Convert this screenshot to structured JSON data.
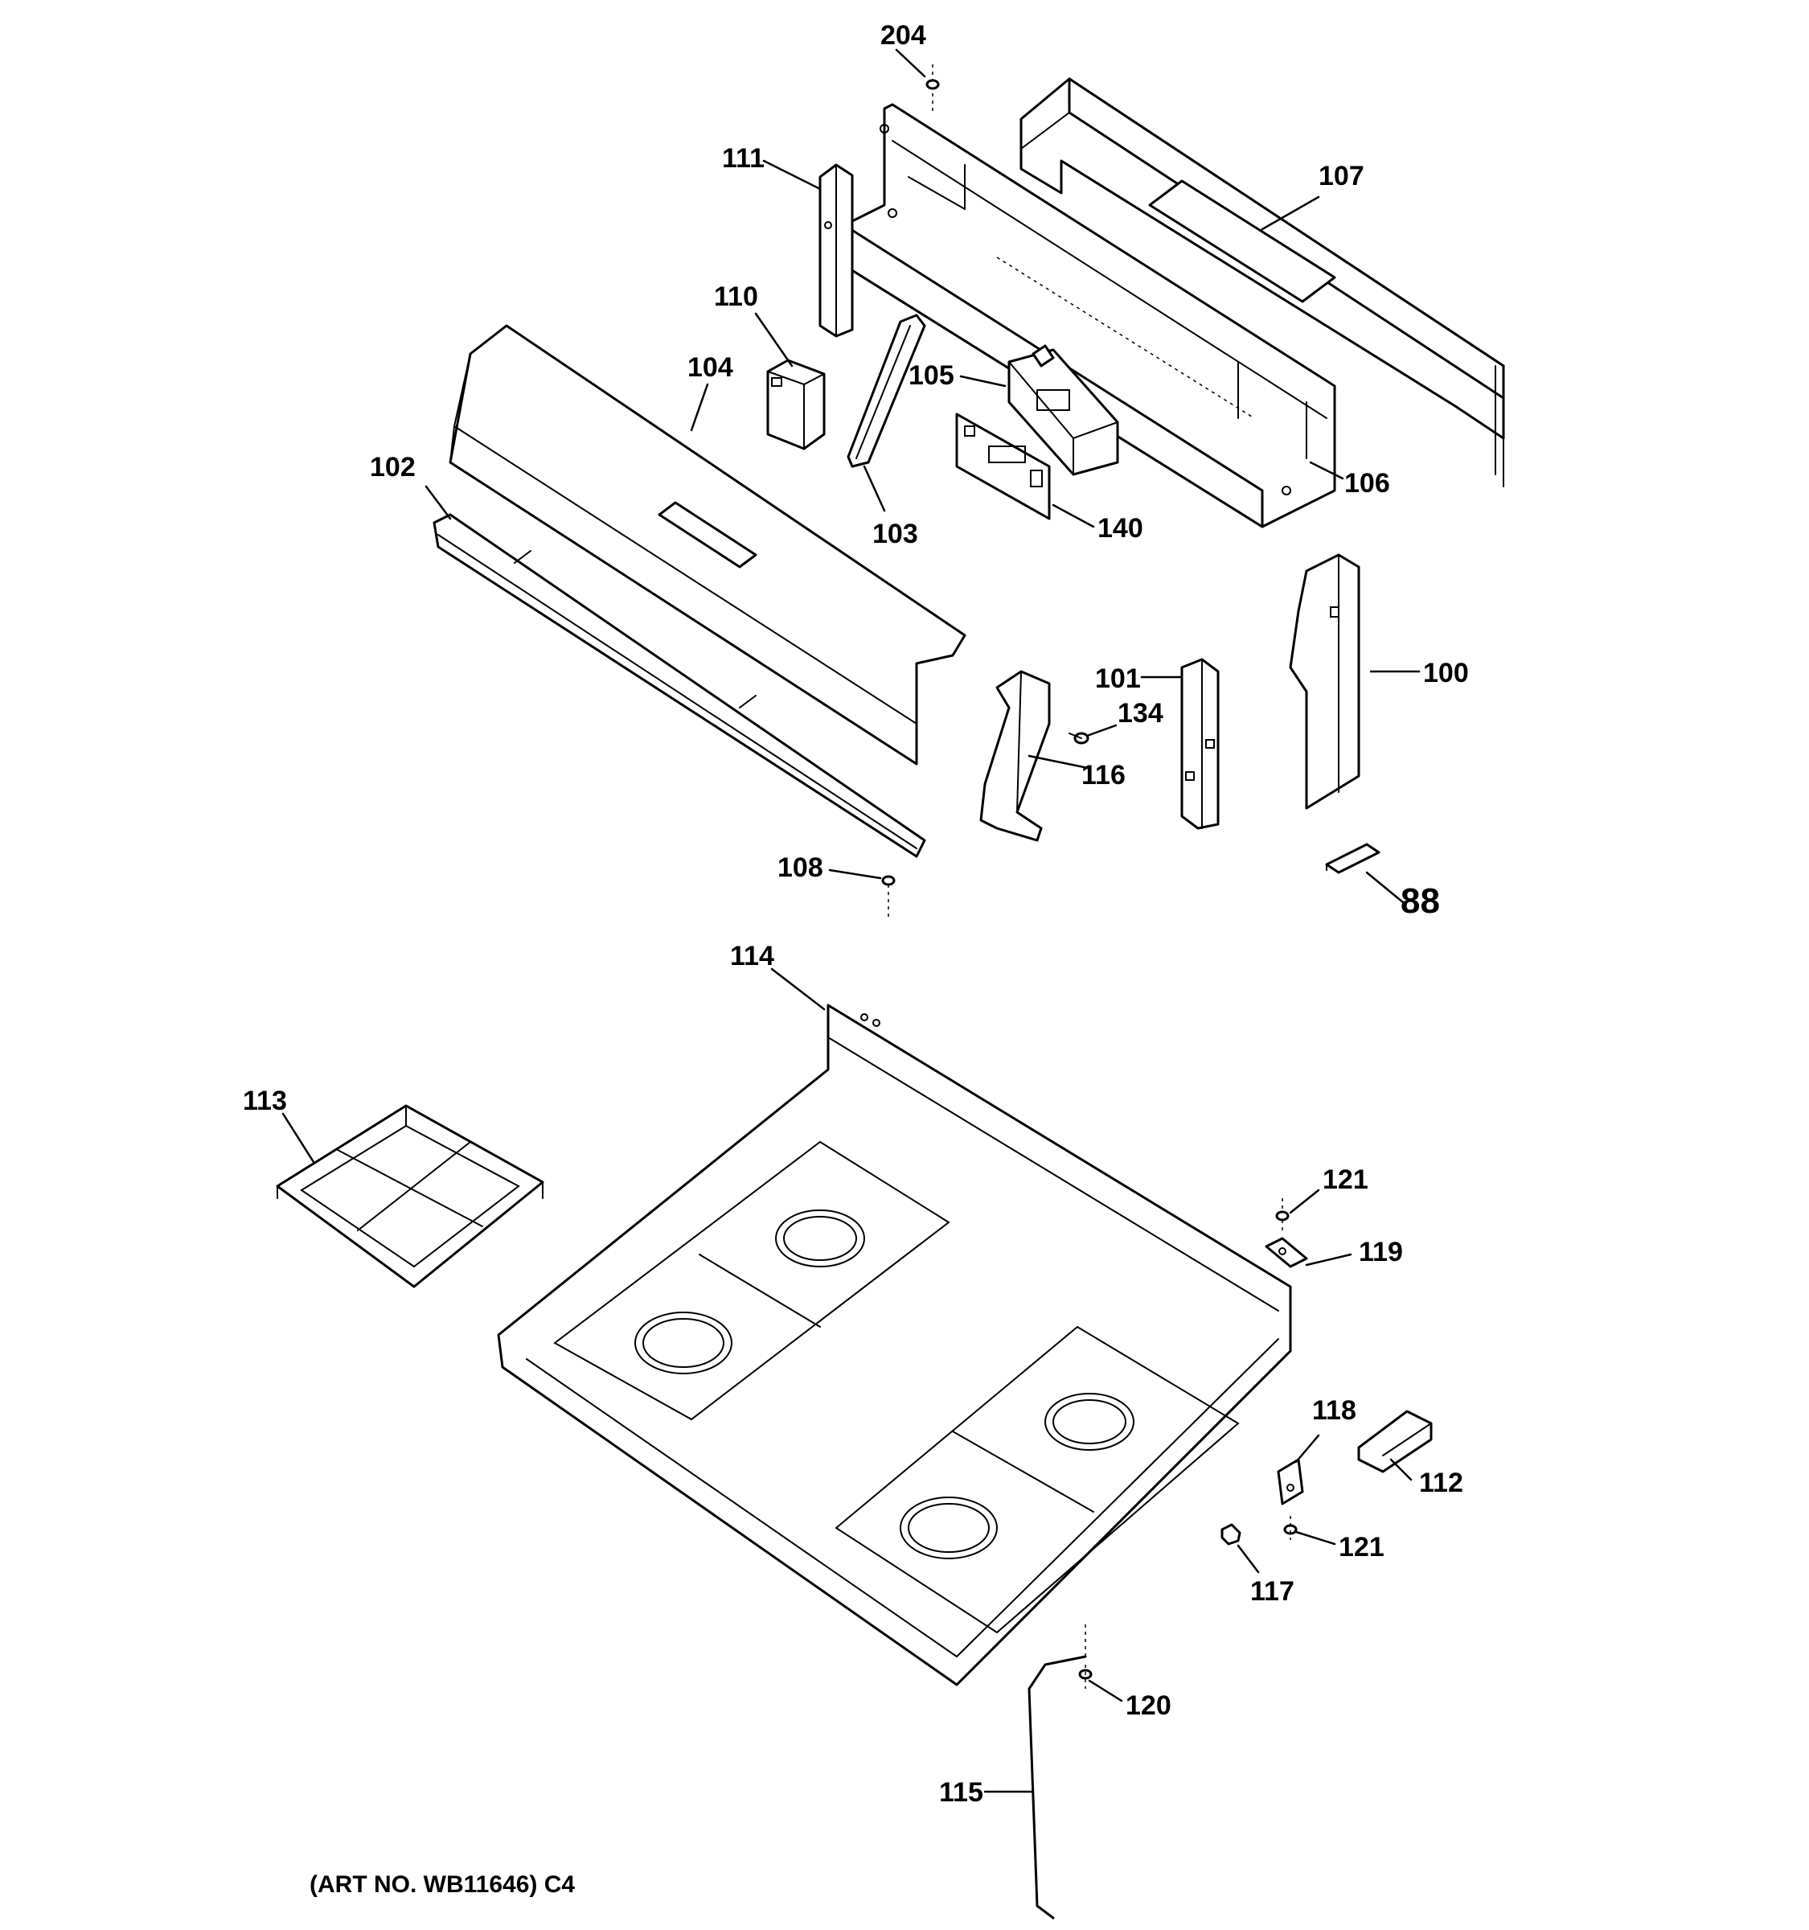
{
  "labels": {
    "p204": "204",
    "p111": "111",
    "p107": "107",
    "p110": "110",
    "p104": "104",
    "p105": "105",
    "p102": "102",
    "p106": "106",
    "p103": "103",
    "p140": "140",
    "p101": "101",
    "p100": "100",
    "p134": "134",
    "p116": "116",
    "p108": "108",
    "p88": "88",
    "p114": "114",
    "p113": "113",
    "p121a": "121",
    "p119": "119",
    "p118": "118",
    "p112": "112",
    "p121b": "121",
    "p117": "117",
    "p120": "120",
    "p115": "115"
  },
  "art_number": "(ART NO. WB11646) C4"
}
